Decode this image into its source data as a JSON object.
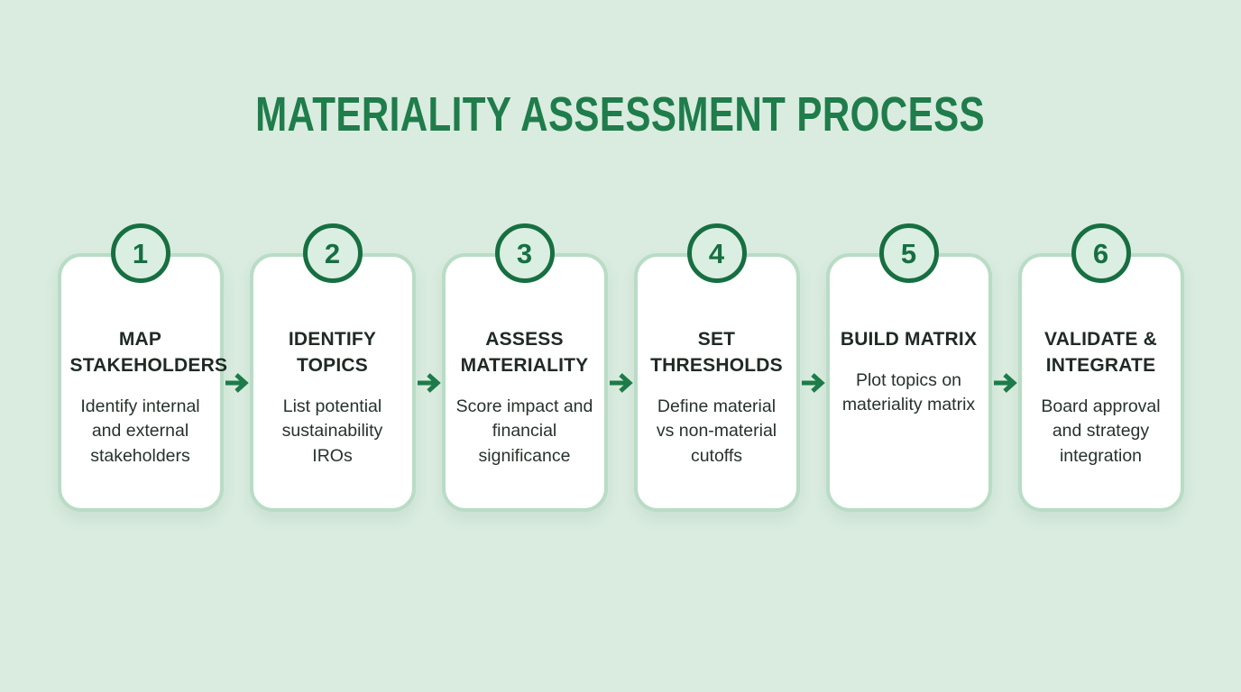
{
  "title": "MATERIALITY ASSESSMENT PROCESS",
  "colors": {
    "background": "#d9ecdf",
    "accent_green": "#1f7c4b",
    "circle_border_green": "#176f41",
    "arrow_green": "#1e7c4a",
    "card_border": "#b9dcc5",
    "card_background": "#ffffff",
    "circle_fill": "#daeee1",
    "heading_text": "#1f2a24",
    "body_text": "#27322c"
  },
  "steps": [
    {
      "number": "1",
      "heading": "MAP STAKEHOLDERS",
      "description": "Identify internal and external stakeholders"
    },
    {
      "number": "2",
      "heading": "IDENTIFY TOPICS",
      "description": "List potential sustainability IROs"
    },
    {
      "number": "3",
      "heading": "ASSESS MATERIALITY",
      "description": "Score impact and financial significance"
    },
    {
      "number": "4",
      "heading": "SET THRESHOLDS",
      "description": "Define material vs non-material cutoffs"
    },
    {
      "number": "5",
      "heading": "BUILD MATRIX",
      "description": "Plot topics on materiality matrix"
    },
    {
      "number": "6",
      "heading": "VALIDATE & INTEGRATE",
      "description": "Board approval and strategy integration"
    }
  ]
}
